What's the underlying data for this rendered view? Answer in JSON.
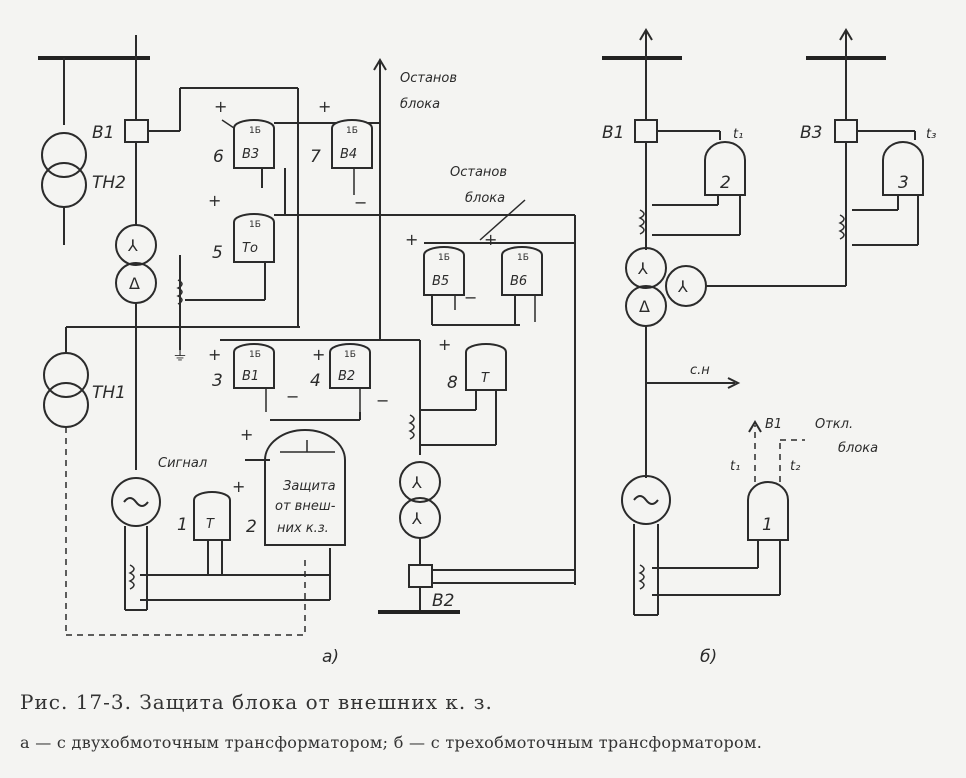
{
  "caption": {
    "title": "Рис. 17-3. Защита блока от внешних к. з.",
    "subtitle": "а — с двухобмоточным трансформатором; б — с трехобмоточным трансформатором."
  },
  "scheme_a": {
    "label": "а)",
    "stop_top": [
      "Останов",
      "блока"
    ],
    "stop_mid": [
      "Останов",
      "блока"
    ],
    "breaker_top": "В1",
    "breaker_bottom": "В2",
    "vt_top": "ТН2",
    "vt_bottom": "ТН1",
    "signal": "Сигнал",
    "fault_relay": [
      "Защита",
      "от внеш-",
      "них к.з."
    ],
    "relays": [
      {
        "num": "6",
        "name": "В3"
      },
      {
        "num": "7",
        "name": "В4"
      },
      {
        "num": "5",
        "name": "То"
      },
      {
        "num": "",
        "name": "В5"
      },
      {
        "num": "",
        "name": "В6"
      },
      {
        "num": "3",
        "name": "В1"
      },
      {
        "num": "4",
        "name": "В2"
      },
      {
        "num": "8",
        "name": "Т"
      },
      {
        "num": "1",
        "name": "Т"
      }
    ],
    "fault_relay_num": "2",
    "relay_cap": "1Б",
    "plus": "+",
    "minus": "−"
  },
  "scheme_b": {
    "label": "б)",
    "breaker_left": "В1",
    "breaker_right": "В3",
    "t1": "t₁",
    "t3": "t₃",
    "relay2": "2",
    "relay3": "3",
    "relay1": "1",
    "sn": "с.н",
    "b1_out": "В1",
    "trip": [
      "Откл.",
      "блока"
    ],
    "t1_low": "t₁",
    "t2_low": "t₂"
  },
  "symbols": {
    "star": "⅄",
    "delta": "Δ",
    "generator": "~"
  }
}
